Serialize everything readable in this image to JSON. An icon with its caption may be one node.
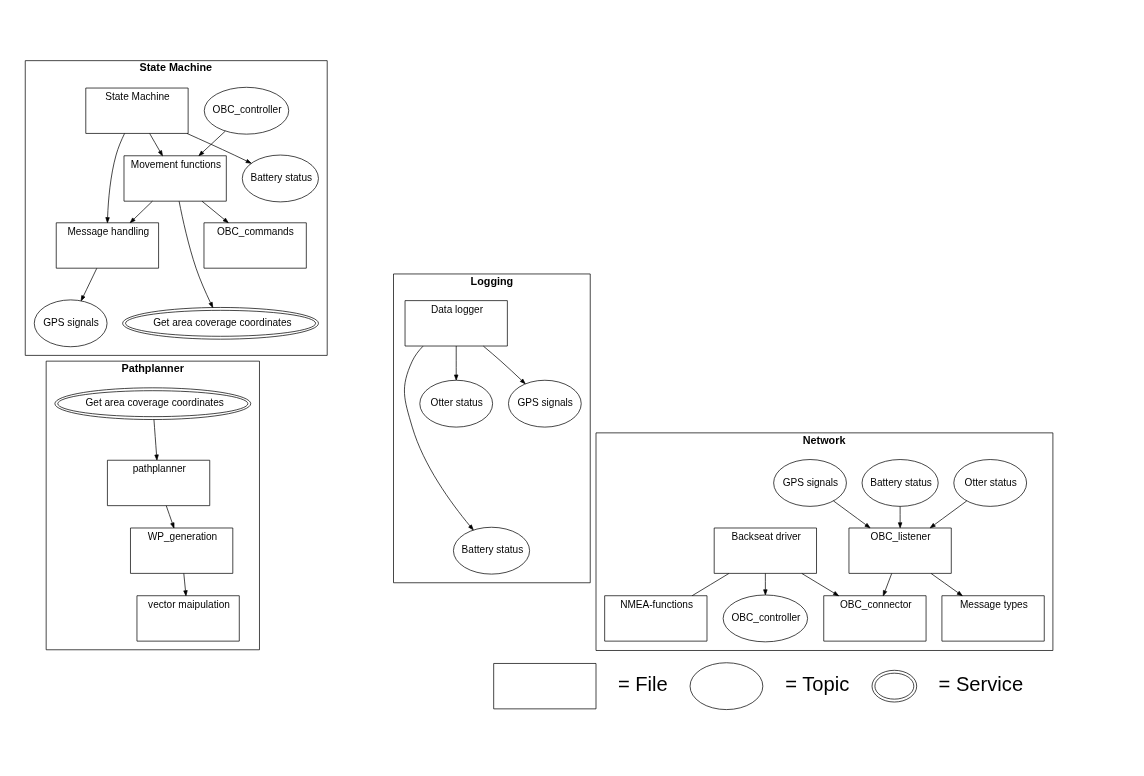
{
  "diagram": {
    "nodes": [
      {
        "text": [
          "State Machine"
        ]
      },
      {
        "text": [
          "OBC_controller"
        ],
        "in": 0
      },
      {
        "text": [
          "State Machine"
        ],
        "in": 0
      },
      {
        "text": [
          "Movement functions"
        ],
        "in": 0
      },
      {
        "text": [
          "Battery status"
        ],
        "in": 0
      },
      {
        "text": [
          "Get area coverage coordinates"
        ],
        "in": 0
      },
      {
        "text": [
          "OBC_commands"
        ],
        "in": 0
      },
      {
        "text": [
          "Message handling"
        ],
        "in": 0
      },
      {
        "text": [
          "GPS signals"
        ],
        "in": 0
      },
      {
        "text": [
          "Logging"
        ]
      },
      {
        "text": [
          "Data logger"
        ],
        "in": 9
      },
      {
        "text": [
          "Battery status"
        ],
        "in": 9
      },
      {
        "text": [
          "GPS signals"
        ],
        "in": 9
      },
      {
        "text": [
          "Otter status"
        ],
        "in": 9
      },
      {
        "text": [
          "Pathplanner"
        ]
      },
      {
        "text": [
          "Get area coverage coordinates"
        ],
        "in": 14
      },
      {
        "text": [
          "pathplanner"
        ],
        "in": 14
      },
      {
        "text": [
          "WP_generation"
        ],
        "in": 14
      },
      {
        "text": [
          "vector maipulation"
        ],
        "in": 14
      },
      {
        "text": [
          "Network"
        ]
      },
      {
        "text": [
          "Battery status"
        ],
        "in": 19
      },
      {
        "text": [
          "GPS signals"
        ],
        "in": 19
      },
      {
        "text": [
          "Otter status"
        ],
        "in": 19
      },
      {
        "text": [
          "Backseat driver"
        ],
        "in": 19
      },
      {
        "text": [
          "OBC_listener"
        ],
        "in": 19
      },
      {
        "text": [
          "OBC_controller"
        ],
        "in": 19
      },
      {
        "text": [
          "OBC_connector"
        ],
        "in": 19
      },
      {
        "text": [
          "NMEA-functions"
        ],
        "in": 19
      },
      {
        "text": [
          "Message types"
        ],
        "in": 19
      },
      {
        "text": [],
        "shape": "box"
      },
      {
        "text": [],
        "shape": "circle"
      },
      {
        "text": [],
        "shape": "cloud"
      }
    ],
    "edges": [
      {
        "from": 1,
        "to": 3,
        "arrow": "to"
      },
      {
        "from": 2,
        "to": 3,
        "arrow": "to"
      },
      {
        "from": 2,
        "to": 4,
        "arrow": "to"
      },
      {
        "from": 2,
        "to": 7,
        "arrow": "to"
      },
      {
        "from": 3,
        "to": 5,
        "arrow": "to"
      },
      {
        "from": 3,
        "to": 6,
        "arrow": "to"
      },
      {
        "from": 3,
        "to": 7,
        "arrow": "to"
      },
      {
        "from": 7,
        "to": 8,
        "arrow": "to"
      },
      {
        "from": 10,
        "to": 11,
        "arrow": "to"
      },
      {
        "from": 10,
        "to": 12,
        "arrow": "to"
      },
      {
        "from": 10,
        "to": 13,
        "arrow": "to"
      },
      {
        "from": 15,
        "to": 16,
        "arrow": "to"
      },
      {
        "from": 16,
        "to": 17,
        "arrow": "to"
      },
      {
        "from": 17,
        "to": 18,
        "arrow": "to"
      },
      {
        "from": 20,
        "to": 24,
        "arrow": "to"
      },
      {
        "from": 21,
        "to": 24,
        "arrow": "to"
      },
      {
        "from": 22,
        "to": 24,
        "arrow": "to"
      },
      {
        "from": 23,
        "to": 25,
        "arrow": "to"
      },
      {
        "from": 23,
        "to": 26,
        "arrow": "to"
      },
      {
        "from": 24,
        "to": 26,
        "arrow": "to"
      },
      {
        "from": 23,
        "to": 27,
        "arrow": "none"
      },
      {
        "from": 24,
        "to": 28,
        "arrow": "to"
      }
    ],
    "legend": [
      {
        "text": "= File"
      },
      {
        "text": "= Topic"
      },
      {
        "text": "= Service"
      }
    ]
  }
}
